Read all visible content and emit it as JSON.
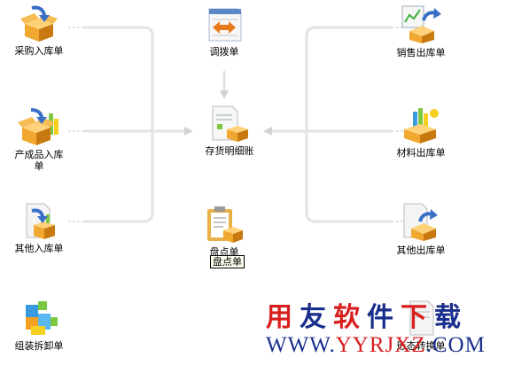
{
  "nodes": {
    "purchase_in": "采购入库单",
    "product_in_line1": "产成品入库",
    "product_in_line2": "单",
    "other_in": "其他入库单",
    "assembly": "组装拆卸单",
    "transfer": "调拨单",
    "stock_detail": "存货明细账",
    "stocktake": "盘点单",
    "sales_out": "销售出库单",
    "material_out": "材料出库单",
    "other_out": "其他出库单",
    "form_convert": "形态转换单"
  },
  "tooltip": "盘点单",
  "watermark": {
    "cn_chars": [
      "用",
      "友",
      "软",
      "件",
      "下",
      "载"
    ],
    "cn_colors": [
      "#d81e1e",
      "#1a2f8c",
      "#d81e1e",
      "#1a2f8c",
      "#d81e1e",
      "#1a2f8c"
    ],
    "url_parts": [
      "WWW.",
      "YYRJXZ",
      ".COM"
    ]
  },
  "colors": {
    "connector": "#e3e3e3",
    "box": "#f0a830",
    "box_dark": "#c87a10",
    "arrow_blue": "#3a6fc8"
  }
}
